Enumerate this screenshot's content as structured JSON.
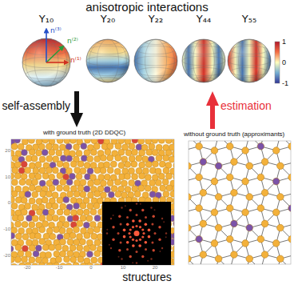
{
  "diagram": {
    "nodes": [
      {
        "text": [
          "anisotropic interactions"
        ]
      },
      {
        "text": [
          "with ground truth (2D DDQC)"
        ]
      },
      {
        "text": [
          "without ground truth (approximants)"
        ]
      }
    ],
    "edges": [
      {
        "from": 0,
        "to": 1,
        "arrow": "to",
        "label": "self-assembly"
      },
      {
        "from": 2,
        "to": 0,
        "arrow": "to",
        "label": "estimation"
      }
    ],
    "labels": [
      "Y₁₀",
      "Y₂₀",
      "Y₂₂",
      "Y₄₄",
      "Y₅₅",
      "n⁽³⁾",
      "n⁽²⁾",
      "n⁽¹⁾",
      "1",
      "0",
      "-1",
      "20",
      "10",
      "0",
      "-10",
      "-20",
      "-20",
      "-10",
      "0",
      "10",
      "20",
      "structures"
    ]
  }
}
